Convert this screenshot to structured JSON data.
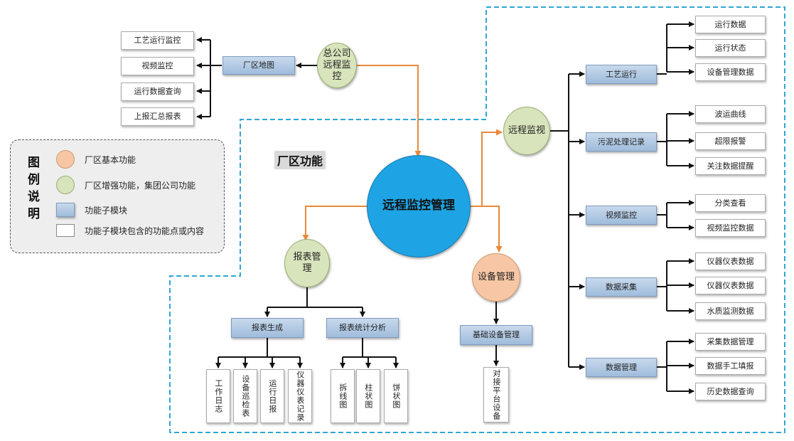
{
  "center": "远程监控管理",
  "area_label": "厂区功能",
  "legend": {
    "title": "图例说明",
    "items": [
      {
        "label": "厂区基本功能"
      },
      {
        "label": "厂区增强功能，集团公司功能"
      },
      {
        "label": "功能子模块"
      },
      {
        "label": "功能子模块包含的功能点或内容"
      }
    ]
  },
  "hq": {
    "circle": "总公司远程监控",
    "module": "厂区地图",
    "points": [
      "工艺运行监控",
      "视频监控",
      "运行数据查询",
      "上报汇总报表"
    ]
  },
  "report": {
    "circle": "报表管理",
    "mod_gen": "报表生成",
    "mod_stats": "报表统计分析",
    "gen_points": [
      "工作日志",
      "设备巡检表",
      "运行日报",
      "仪器仪表记录"
    ],
    "stats_points": [
      "拆线图",
      "柱状图",
      "饼状图"
    ]
  },
  "device": {
    "circle": "设备管理",
    "module": "基础设备管理",
    "point": "对接平台设备"
  },
  "remote": {
    "circle": "远程监视",
    "modules": [
      {
        "label": "工艺运行",
        "points": [
          "运行数据",
          "运行状态",
          "设备管理数据"
        ]
      },
      {
        "label": "污泥处理记录",
        "points": [
          "波运曲线",
          "超限报警",
          "关注数据提醒"
        ]
      },
      {
        "label": "视频监控",
        "points": [
          "分类查看",
          "视频监控数据"
        ]
      },
      {
        "label": "数据采集",
        "points": [
          "仪器仪表数据",
          "仪器仪表数据",
          "水质监测数据"
        ]
      },
      {
        "label": "数据管理",
        "points": [
          "采集数据管理",
          "数据手工填报",
          "历史数据查询"
        ]
      }
    ]
  },
  "colors": {
    "basic": "#f7c7a5",
    "enhanced": "#d8e4bc",
    "module": "#9fbcdc",
    "center": "#1ea4e4",
    "orange_line": "#e8893a",
    "dash_border": "#2fa6d8"
  }
}
